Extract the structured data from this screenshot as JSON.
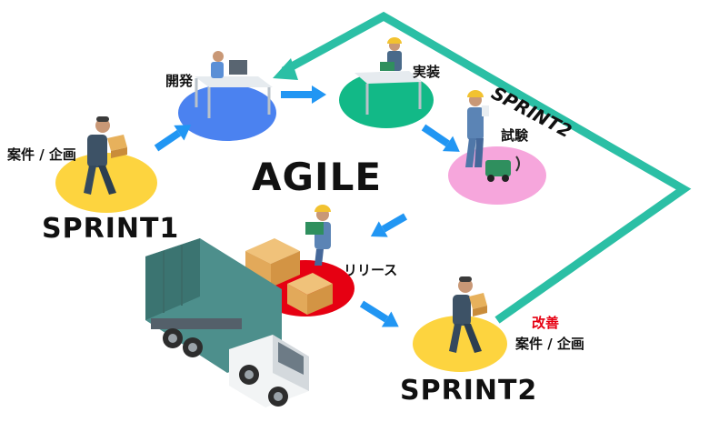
{
  "title": "AGILE",
  "labels": {
    "planning_1": "案件 / 企画",
    "sprint_1": "SPRINT1",
    "development": "開発",
    "implementation": "実装",
    "testing": "試験",
    "release": "リリース",
    "improvement": "改善",
    "planning_2": "案件 / 企画",
    "sprint_2": "SPRINT2",
    "loop_label": "SPRINT2"
  },
  "colors": {
    "planning": "#fdd43f",
    "development": "#4b82f0",
    "implementation": "#12b987",
    "testing": "#f6a6dc",
    "release": "#e60012",
    "arrow": "#2196f3",
    "loop": "#2bbfa5",
    "truck_container": "#4d8f8c"
  }
}
